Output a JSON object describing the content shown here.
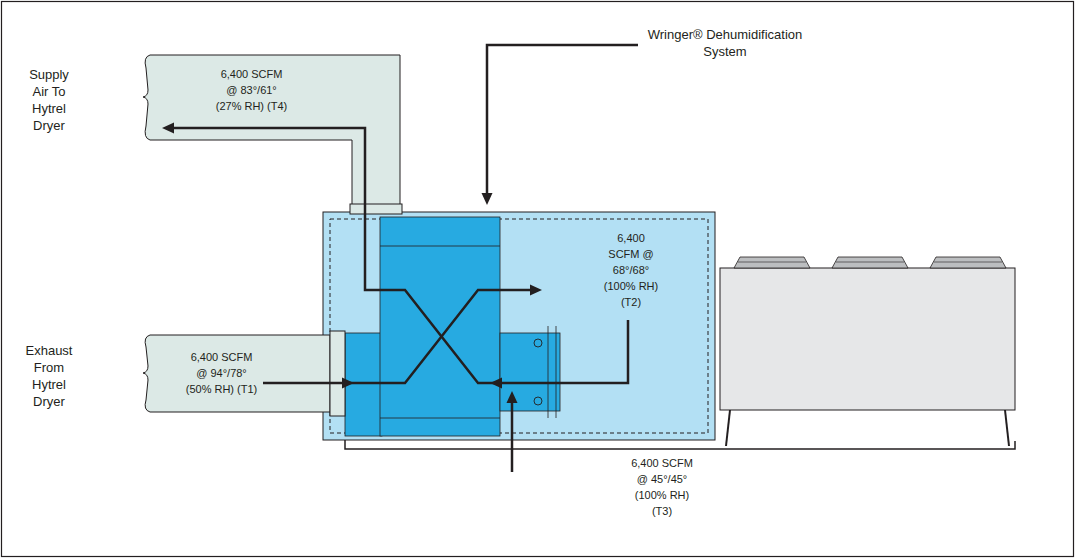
{
  "diagram": {
    "nodes": [
      {
        "text": [
          "6,400 SCFM @ 83°/61° (27% RH) (T4)"
        ]
      },
      {
        "text": [
          "6,400 SCFM @ 68°/68° (100% RH) (T2)"
        ]
      },
      {
        "text": [
          "6,400 SCFM @ 94°/78° (50% RH) (T1)"
        ]
      }
    ],
    "labels": [
      "Wringer® Dehumidification System",
      "Supply Air To Hytrel Dryer",
      "Exhaust From Hytrel Dryer",
      "6,400 SCFM @ 45°/45° (100% RH) (T3)"
    ]
  }
}
